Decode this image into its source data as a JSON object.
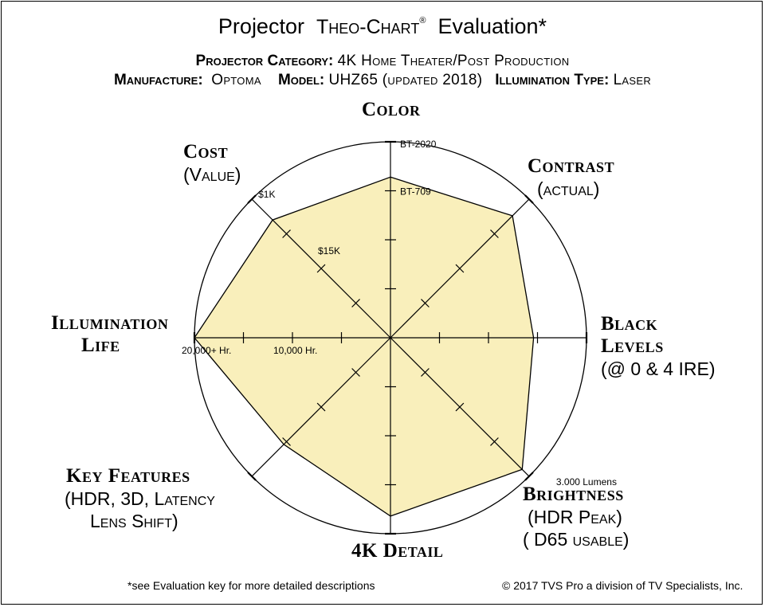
{
  "header": {
    "title_pre": "Projector",
    "title_brand": "Theo-Chart",
    "title_mark": "®",
    "title_post": "Evaluation*",
    "category_label": "Projector Category:",
    "category_value": "4K Home Theater/Post Production",
    "manufacturer_label": "Manufacture:",
    "manufacturer_value": "Optoma",
    "model_label": "Model:",
    "model_value": "UHZ65 (updated 2018)",
    "illumination_label": "Illumination Type:",
    "illumination_value": "Laser"
  },
  "axis_labels": {
    "color": "Color",
    "contrast_1": "Contrast",
    "contrast_2": "(actual)",
    "black_1": "Black",
    "black_2": "Levels",
    "black_3": "(@ 0 & 4 IRE)",
    "brightness_1": "Brightness",
    "brightness_2": "(HDR Peak)",
    "brightness_3": "( D65 usable)",
    "detail": "4K Detail",
    "key_1": "Key Features",
    "key_2": "(HDR, 3D, Latency",
    "key_3": "Lens Shift)",
    "life_1": "Illumination",
    "life_2": "Life",
    "cost_1": "Cost",
    "cost_2": "(Value)"
  },
  "footer": {
    "note": "*see Evaluation key for more detailed descriptions",
    "copyright": "© 2017 TVS Pro a division of TV Specialists, Inc."
  },
  "chart_data": {
    "type": "radar",
    "scale": [
      0,
      1
    ],
    "axes": [
      "Color",
      "Contrast",
      "Black Levels",
      "Brightness",
      "4K Detail",
      "Key Features",
      "Illumination Life",
      "Cost"
    ],
    "values": [
      0.82,
      0.88,
      0.73,
      0.95,
      0.91,
      0.77,
      1.0,
      0.85
    ],
    "colors": {
      "fill": "#f9efbb",
      "stroke": "#000000"
    },
    "tick_labels": [
      {
        "axis": "Color",
        "at": 1.0,
        "text": "BT-2020"
      },
      {
        "axis": "Color",
        "at": 0.75,
        "text": "BT-709"
      },
      {
        "axis": "Cost",
        "at": 1.0,
        "text": "$1K"
      },
      {
        "axis": "Cost",
        "at": 0.5,
        "text": "$15K"
      },
      {
        "axis": "Illumination Life",
        "at": 1.0,
        "text": "20,000+ Hr."
      },
      {
        "axis": "Illumination Life",
        "at": 0.5,
        "text": "10,000 Hr."
      },
      {
        "axis": "Brightness",
        "at": 1.0,
        "text": "3.000 Lumens"
      }
    ]
  }
}
